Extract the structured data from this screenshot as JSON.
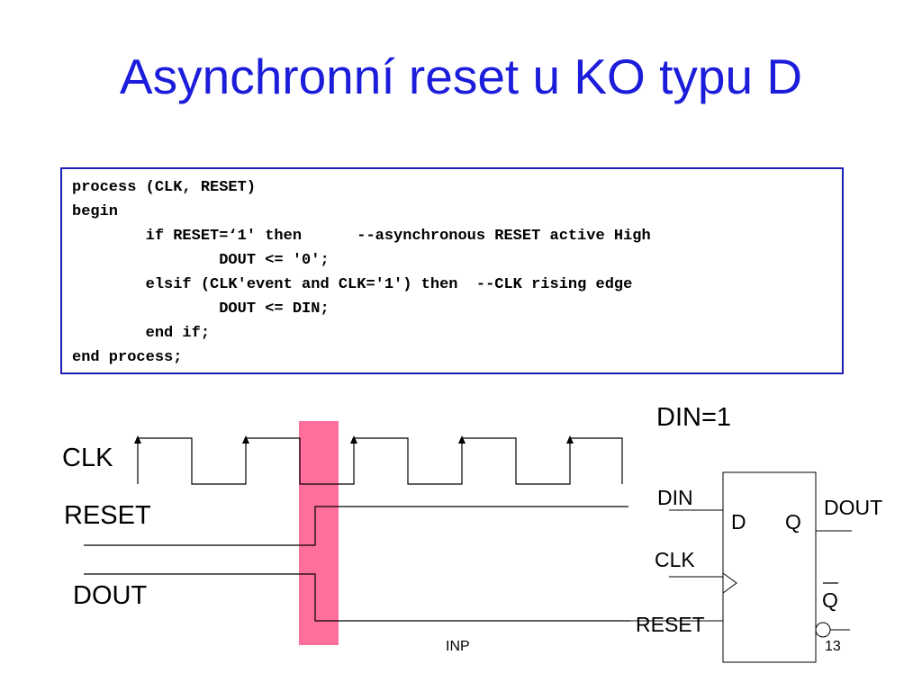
{
  "title": "Asynchronní reset u KO typu D",
  "code": {
    "lines": [
      "process (CLK, RESET)",
      "begin",
      "        if RESET=‘1' then      --asynchronous RESET active High",
      "                DOUT <= '0';",
      "        elsif (CLK'event and CLK='1') then  --CLK rising edge",
      "                DOUT <= DIN;",
      "        end if;",
      "end process;"
    ]
  },
  "timing": {
    "signals": [
      "CLK",
      "RESET",
      "DOUT"
    ],
    "din_label": "DIN=1",
    "highlight_color": "#ff6f9c"
  },
  "flipflop": {
    "input_din": "DIN",
    "input_clk": "CLK",
    "input_reset": "RESET",
    "pin_d": "D",
    "pin_q": "Q",
    "pin_qbar": "Q",
    "output_dout": "DOUT"
  },
  "footer": {
    "center": "INP",
    "page_number": "13"
  },
  "colors": {
    "title": "#1c1cdb",
    "code_border": "#1c1cb8"
  }
}
